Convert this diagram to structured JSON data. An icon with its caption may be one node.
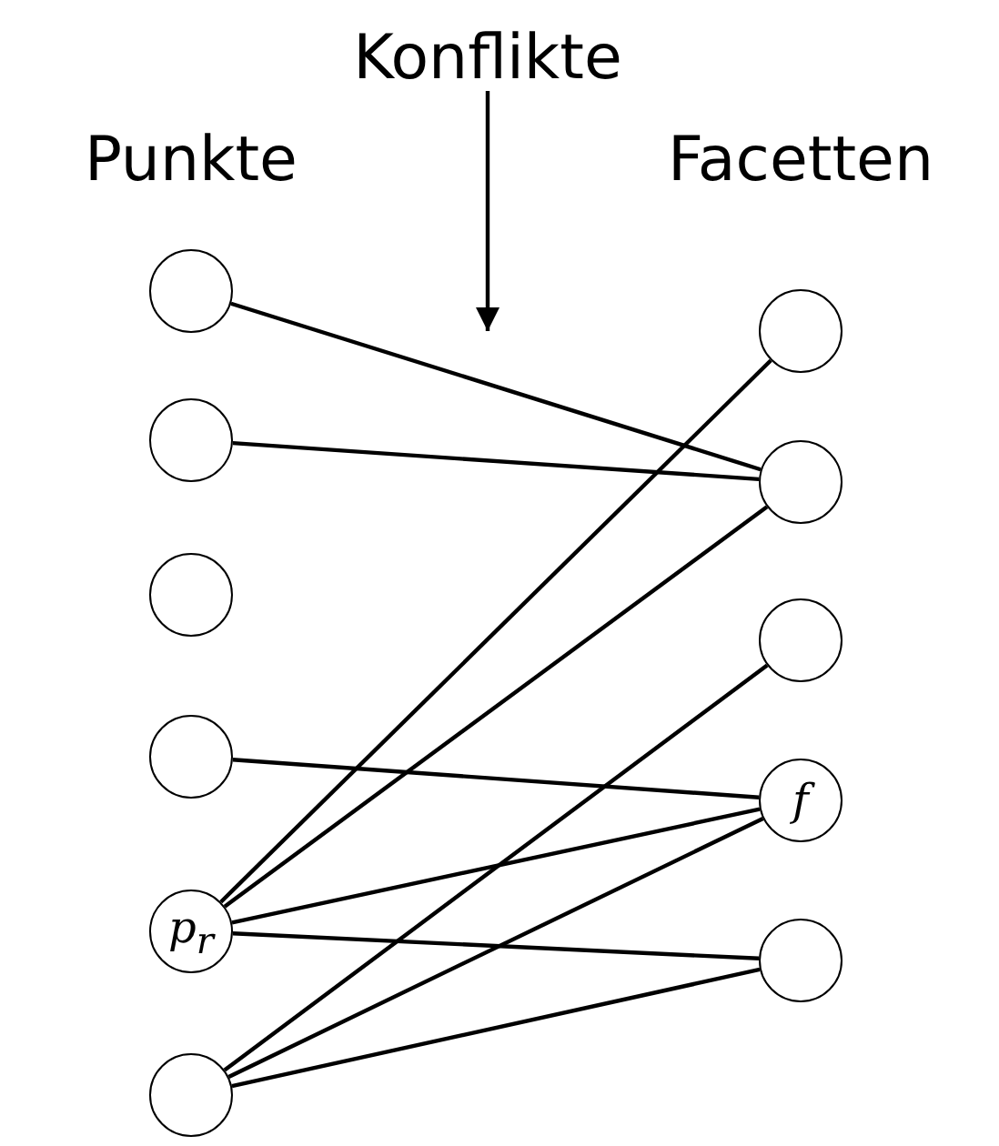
{
  "diagram": {
    "nodes": [
      {
        "text": [],
        "shape": "circle"
      },
      {
        "text": [],
        "shape": "circle"
      },
      {
        "text": [],
        "shape": "circle"
      },
      {
        "text": [],
        "shape": "circle"
      },
      {
        "text": [
          "p$_{r}$"
        ]
      },
      {
        "text": [],
        "shape": "circle"
      },
      {
        "text": [],
        "shape": "circle"
      },
      {
        "text": [],
        "shape": "circle"
      },
      {
        "text": [],
        "shape": "circle"
      },
      {
        "text": [
          "f"
        ]
      },
      {
        "text": [],
        "shape": "circle"
      },
      {
        "text": [
          "Konflikte"
        ]
      }
    ],
    "edges": [
      {
        "from": 0,
        "to": 7,
        "arrow": "none"
      },
      {
        "from": 1,
        "to": 7,
        "arrow": "none"
      },
      {
        "from": 3,
        "to": 9,
        "arrow": "none"
      },
      {
        "from": 4,
        "to": 6,
        "arrow": "none"
      },
      {
        "from": 4,
        "to": 7,
        "arrow": "none"
      },
      {
        "from": 4,
        "to": 9,
        "arrow": "none"
      },
      {
        "from": 4,
        "to": 10,
        "arrow": "none"
      },
      {
        "from": 5,
        "to": 8,
        "arrow": "none"
      },
      {
        "from": 5,
        "to": 9,
        "arrow": "none"
      },
      {
        "from": 5,
        "to": 10,
        "arrow": "none"
      },
      {
        "from": 11,
        "to": null,
        "arrow": "to"
      }
    ],
    "labels": [
      "Punkte",
      "Facetten"
    ]
  }
}
